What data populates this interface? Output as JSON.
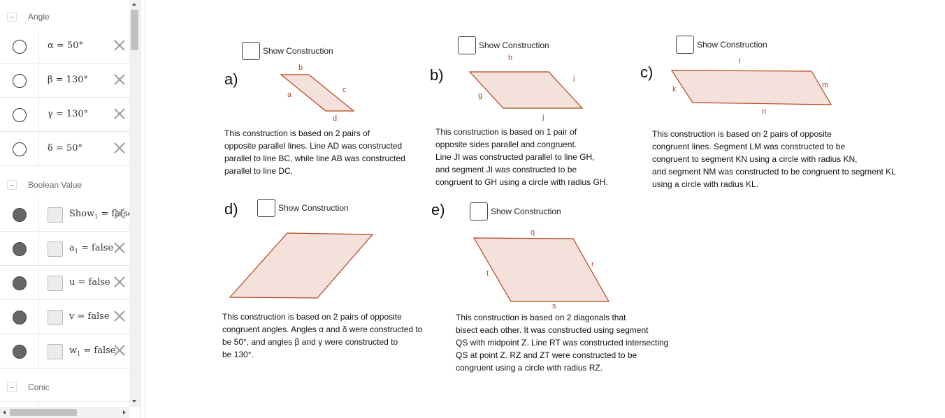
{
  "colors": {
    "shape_stroke": "#b5451b",
    "shape_fill": "#f5e1dc",
    "label": "#b5451b"
  },
  "algebra": {
    "groups": [
      {
        "title": "Angle"
      },
      {
        "title": "Boolean Value"
      },
      {
        "title": "Conic"
      }
    ],
    "angles": [
      {
        "name": "α",
        "expr": "α = 50°"
      },
      {
        "name": "β",
        "expr": "β = 130°"
      },
      {
        "name": "γ",
        "expr": "γ = 130°"
      },
      {
        "name": "δ",
        "expr": "δ = 50°"
      }
    ],
    "booleans": [
      {
        "base": "Show",
        "sub": "1",
        "rest": " = false"
      },
      {
        "base": "a",
        "sub": "1",
        "rest": " = false"
      },
      {
        "base": "u",
        "sub": "",
        "rest": " = false"
      },
      {
        "base": "v",
        "sub": "",
        "rest": " = false"
      },
      {
        "base": "w",
        "sub": "1",
        "rest": " = false"
      }
    ]
  },
  "graphics": {
    "show_construction": "Show Construction",
    "panels": [
      {
        "id": "a",
        "label": "a)",
        "vertex_labels": [
          "b",
          "c",
          "a",
          "d"
        ],
        "description": [
          "This construction is based on 2 pairs of",
          "opposite parallel lines. Line AD was constructed",
          "parallel to line BC, while line AB was constructed",
          "parallel to line DC."
        ]
      },
      {
        "id": "b",
        "label": "b)",
        "vertex_labels": [
          "h",
          "i",
          "g",
          "j"
        ],
        "description": [
          "This construction is based on 1 pair of",
          "opposite sides parallel and congruent.",
          "Line JI was constructed parallel to line GH,",
          "and segment JI was constructed to be",
          "congruent to GH using a circle with radius GH."
        ]
      },
      {
        "id": "c",
        "label": "c)",
        "vertex_labels": [
          "l",
          "m",
          "k",
          "n"
        ],
        "description": [
          "This construction is based on 2 pairs of opposite",
          "congruent lines. Segment LM was constructed to be",
          "congruent to segment KN using a circle with radius KN,",
          "and segment NM was constructed to be congruent to segment KL",
          "using a circle with radius KL."
        ]
      },
      {
        "id": "d",
        "label": "d)",
        "vertex_labels": [],
        "description": [
          "This construction is based on 2 pairs of opposite",
          "congruent angles. Angles α and δ were constructed to",
          "be 50°, and angles β and γ were constructed to",
          "be 130°."
        ]
      },
      {
        "id": "e",
        "label": "e)",
        "vertex_labels": [
          "q",
          "r",
          "t",
          "s"
        ],
        "description": [
          "This construction is based on 2 diagonals that",
          "bisect each other. It was constructed using segment",
          "QS with midpoint Z. Line RT was constructed intersecting",
          "QS at point Z. RZ and ZT were constructed to be",
          "congruent using a circle with radius RZ."
        ]
      }
    ]
  }
}
